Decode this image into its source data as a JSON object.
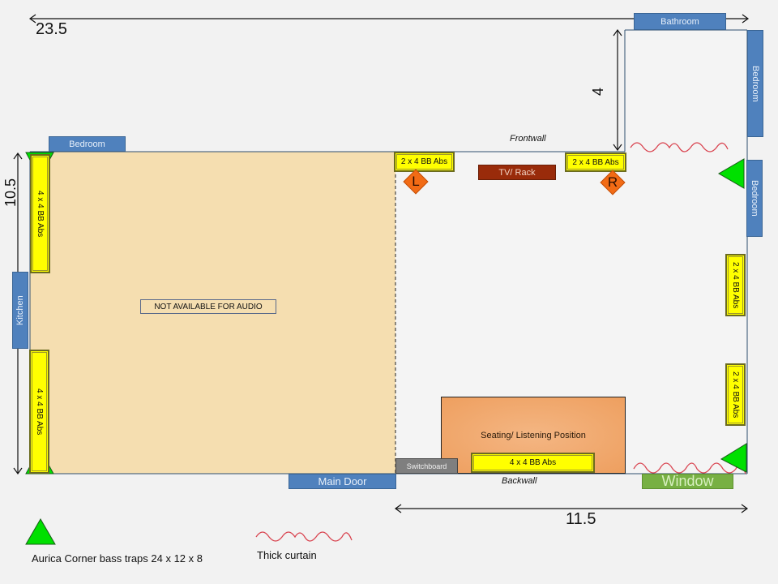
{
  "dimensions": {
    "overall_width": "23.5",
    "room_depth": "10.5",
    "alcove_depth": "4",
    "listening_width": "11.5"
  },
  "walls": {
    "front": "Frontwall",
    "back": "Backwall"
  },
  "adjacent_rooms": {
    "bedroom_top_left": "Bedroom",
    "bathroom": "Bathroom",
    "bedroom_right_upper": "Bedroom",
    "bedroom_right_lower": "Bedroom",
    "kitchen": "Kitchen",
    "main_door": "Main Door",
    "window": "Window"
  },
  "zones": {
    "unavailable": "NOT AVAILABLE FOR AUDIO",
    "seating": "Seating/ Listening Position",
    "tv_rack": "TV/ Rack",
    "switchboard": "Switchboard"
  },
  "absorbers": {
    "left_wall_upper": "4 x 4 BB Abs",
    "left_wall_lower": "4 x 4 BB Abs",
    "front_left": "2 x 4 BB Abs",
    "front_right": "2 x 4 BB Abs",
    "right_wall_upper": "2 x 4 BB Abs",
    "right_wall_lower": "2 x 4 BB Abs",
    "back_seating": "4 x 4 BB Abs"
  },
  "speakers": {
    "left": "L",
    "right": "R"
  },
  "legend": {
    "bass_trap": "Aurica Corner bass traps 24 x 12 x 8",
    "curtain": "Thick curtain"
  },
  "colors": {
    "unavailable_area": "#f5deb0",
    "seating": "#f0a86a",
    "absorber": "#ffff00",
    "speaker": "#f26b15",
    "bass_trap": "#00e000",
    "curtain": "#d9434f",
    "room_label": "#4f81bd",
    "window": "#77b043",
    "tv_rack": "#992b0a",
    "switchboard": "#7f7f7f"
  }
}
